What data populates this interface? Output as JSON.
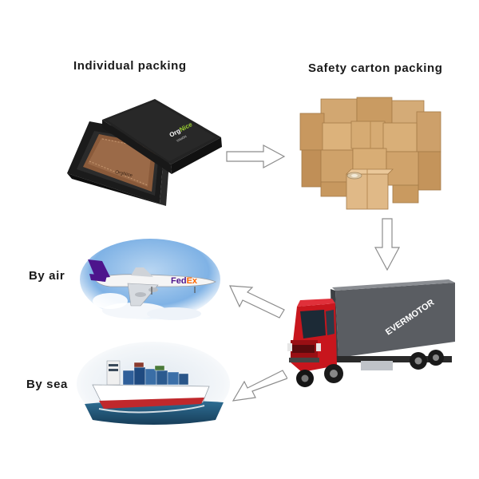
{
  "labels": {
    "individual": "Individual packing",
    "carton": "Safety carton packing",
    "air": "By air",
    "sea": "By sea"
  },
  "branding": {
    "box_logo": "OrgNice",
    "box_logo_sub": "VISION",
    "wallet_logo": "OrgNice",
    "plane_logo": "FedEx",
    "truck_logo": "EVERMOTOR"
  },
  "colors": {
    "truck_cab": "#c8161d",
    "truck_box": "#5a5d62",
    "carton": "#c9a06b",
    "arrow_outline": "#8c8c8c",
    "sky": "#7fb2e5",
    "fedex_purple": "#4d148c",
    "fedex_orange": "#ff6600"
  },
  "icons": [
    "gift-box-icon",
    "carton-stack-icon",
    "airplane-icon",
    "cargo-ship-icon",
    "truck-icon",
    "arrow-right-icon",
    "arrow-down-icon",
    "arrow-up-left-icon",
    "arrow-down-left-icon"
  ]
}
